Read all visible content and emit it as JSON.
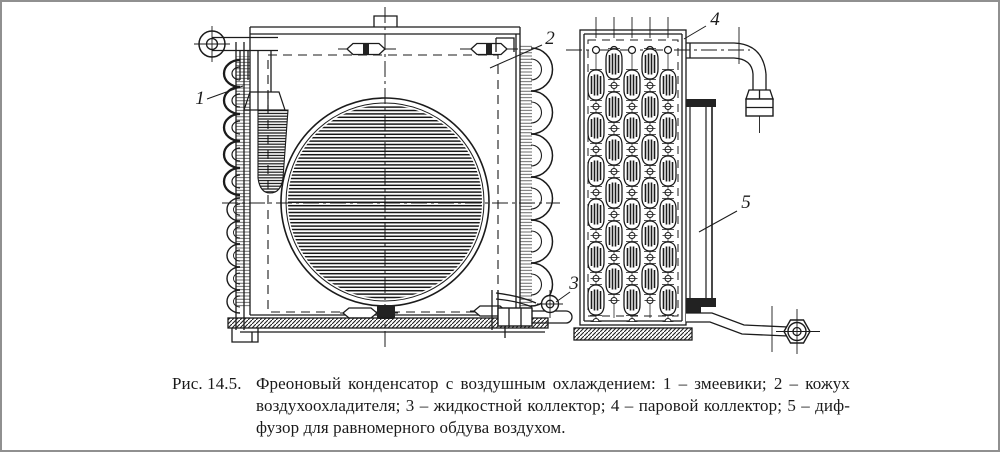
{
  "figure": {
    "label": "Рис. 14.5.",
    "caption_lines": [
      "Фреоновый конденсатор с воздушным охлаждением: 1 – змеевики; 2 – кожух",
      "воздухоохладителя; 3 – жидкостной коллектор; 4 – паровой коллектор; 5 – диф-",
      "фузор для равномерного обдува воздухом."
    ],
    "caption_full": "Фреоновый конденсатор с воздушным охлаждением: 1 – змеевики; 2 – кожух воздухоохладителя; 3 – жидкостной коллектор; 4 – паровой коллектор; 5 – диффузор для равномерного обдува воздухом."
  },
  "callouts": [
    {
      "n": "1",
      "part": "змеевики"
    },
    {
      "n": "2",
      "part": "кожух воздухоохладителя"
    },
    {
      "n": "3",
      "part": "жидкостной коллектор"
    },
    {
      "n": "4",
      "part": "паровой коллектор"
    },
    {
      "n": "5",
      "part": "диффузор для равномерного обдува воздухом"
    }
  ],
  "colors": {
    "ink": "#1b1b1b",
    "paper": "#ffffff",
    "frame": "#909090"
  }
}
